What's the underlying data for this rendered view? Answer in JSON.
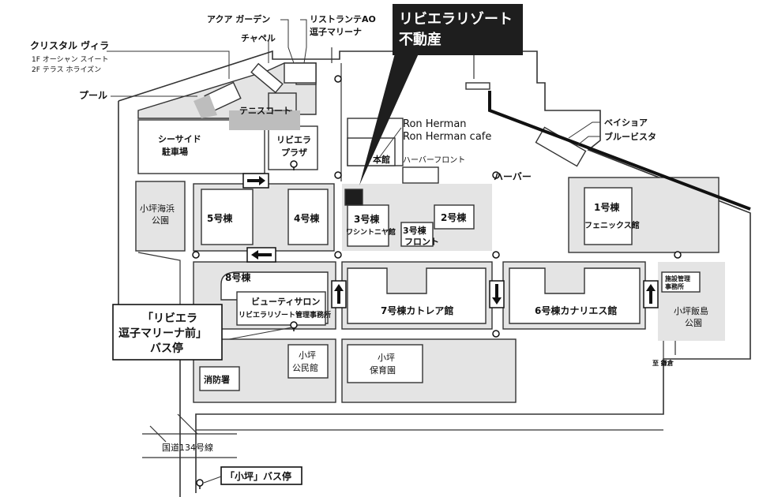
{
  "title_box": {
    "line1": "リビエラリゾート",
    "line2": "不動産"
  },
  "facilities": {
    "aqua_garden": "アクア ガーデン",
    "ristorante_1": "リストランテAO",
    "ristorante_2": "逗子マリーナ",
    "chapel": "チャペル",
    "crystal_villa": "クリスタル ヴィラ",
    "crystal_villa_1f": "1F オーシャン スイート",
    "crystal_villa_2f": "2F テラス ホライズン",
    "pool": "プール",
    "tennis_court": "テニスコート",
    "ron_herman": "Ron Herman",
    "ron_herman_cafe": "Ron Herman cafe",
    "harbor_front": "ハーバーフロント",
    "harbor": "ハーバー",
    "bayshore": "ベイショア",
    "blue_vista": "ブルービスタ",
    "seaside_parking_1": "シーサイド",
    "seaside_parking_2": "駐車場",
    "riviera_plaza_1": "リビエラ",
    "riviera_plaza_2": "プラザ",
    "honkan": "本館",
    "koajiro_beach_park_1": "小坪海浜",
    "koajiro_beach_park_2": "公園",
    "bldg5": "5号棟",
    "bldg4": "4号棟",
    "bldg3": "3号棟",
    "bldg3_sub": "ワシントニヤ館",
    "bldg3_front_1": "3号棟",
    "bldg3_front_2": "フロント",
    "bldg2": "2号棟",
    "bldg1": "1号棟",
    "bldg1_sub": "フェニックス館",
    "bldg8": "8号棟",
    "beauty_salon": "ビューティサロン",
    "mgmt_office": "リビエラリゾート管理事務所",
    "bldg7": "7号棟カトレア館",
    "bldg6": "6号棟カナリエス館",
    "facility_mgmt_1": "施設管理",
    "facility_mgmt_2": "事務所",
    "iijima_park_1": "小坪飯島",
    "iijima_park_2": "公園",
    "to_kamakura": "至 鎌倉",
    "fire_station": "消防署",
    "community_hall_1": "小坪",
    "community_hall_2": "公民館",
    "nursery_1": "小坪",
    "nursery_2": "保育園",
    "route134": "国道134号線"
  },
  "bus_stops": {
    "marina_line1": "「リビエラ",
    "marina_line2": "逗子マリーナ前」",
    "marina_line3": "バス停",
    "kotsubo": "「小坪」バス停"
  },
  "colors": {
    "block_gray": "#e4e4e4",
    "tennis_gray": "#bdbdbd",
    "title_bg": "#1e1e1e",
    "road_line": "#333333"
  }
}
